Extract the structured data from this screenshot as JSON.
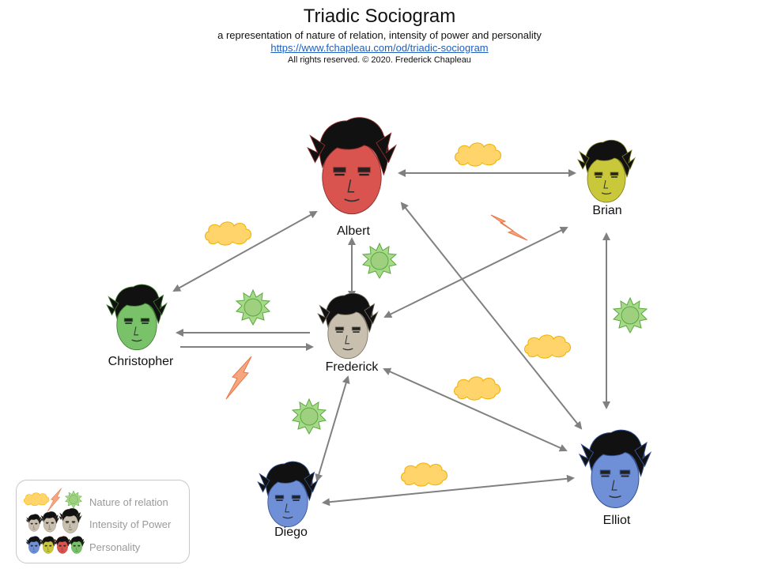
{
  "header": {
    "title": "Triadic Sociogram",
    "subtitle": "a representation of nature of relation, intensity of power and personality",
    "link": "https://www.fchapleau.com/od/triadic-sociogram",
    "rights": "All rights reserved. © 2020. Frederick Chapleau"
  },
  "people": [
    {
      "id": "albert",
      "name": "Albert",
      "color": "#d9534f",
      "size": "large"
    },
    {
      "id": "brian",
      "name": "Brian",
      "color": "#c8c83a",
      "size": "small"
    },
    {
      "id": "christopher",
      "name": "Christopher",
      "color": "#7ac26a",
      "size": "small"
    },
    {
      "id": "frederick",
      "name": "Frederick",
      "color": "#c9bfae",
      "size": "small"
    },
    {
      "id": "diego",
      "name": "Diego",
      "color": "#6f8fd6",
      "size": "small"
    },
    {
      "id": "elliot",
      "name": "Elliot",
      "color": "#6f8fd6",
      "size": "medium"
    }
  ],
  "relations": [
    {
      "between": [
        "albert",
        "brian"
      ],
      "nature": "cloud",
      "direction": "both"
    },
    {
      "between": [
        "albert",
        "christopher"
      ],
      "nature": "cloud",
      "direction": "both"
    },
    {
      "between": [
        "albert",
        "frederick"
      ],
      "nature": "sun",
      "direction": "both"
    },
    {
      "between": [
        "albert",
        "elliot"
      ],
      "nature": "cloud",
      "direction": "both"
    },
    {
      "between": [
        "brian",
        "frederick"
      ],
      "nature": "lightning",
      "direction": "both"
    },
    {
      "between": [
        "brian",
        "elliot"
      ],
      "nature": "sun",
      "direction": "both"
    },
    {
      "between": [
        "frederick",
        "christopher"
      ],
      "nature": "sun",
      "direction": "to-christopher"
    },
    {
      "between": [
        "christopher",
        "frederick"
      ],
      "nature": "lightning",
      "direction": "to-frederick"
    },
    {
      "between": [
        "frederick",
        "diego"
      ],
      "nature": "sun",
      "direction": "both"
    },
    {
      "between": [
        "frederick",
        "elliot"
      ],
      "nature": "cloud",
      "direction": "both"
    },
    {
      "between": [
        "diego",
        "elliot"
      ],
      "nature": "cloud",
      "direction": "both"
    }
  ],
  "legend": {
    "nature_label": "Nature of relation",
    "power_label": "Intensity of Power",
    "personality_label": "Personality",
    "personality_colors": [
      "#6f8fd6",
      "#c8c83a",
      "#d9534f",
      "#7ac26a"
    ]
  },
  "colors": {
    "arrow": "#808080",
    "cloud_fill": "#ffd46b",
    "cloud_stroke": "#f0b000",
    "sun_fill": "#a7d98a",
    "sun_stroke": "#5aa83c",
    "lightning_fill": "#f7a57e",
    "lightning_stroke": "#e8784a",
    "hair": "#111111"
  }
}
